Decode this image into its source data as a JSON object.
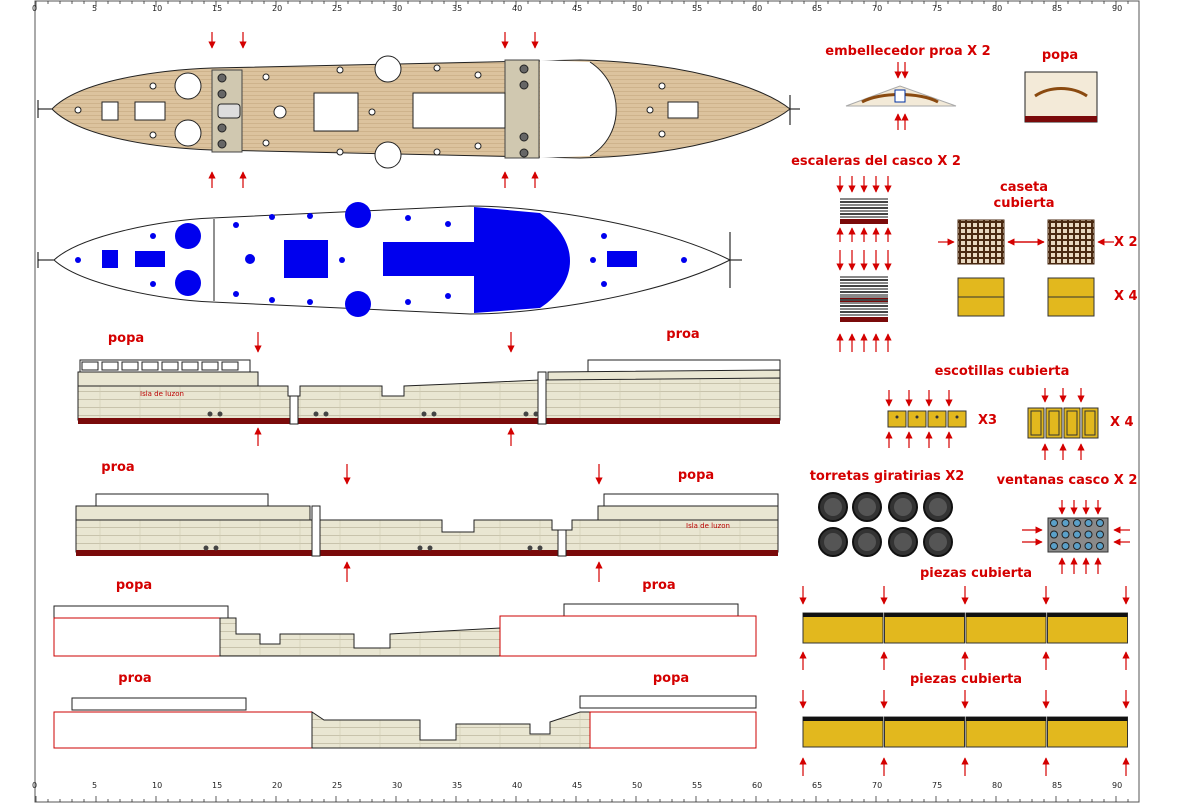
{
  "ruler": {
    "labels": [
      "0",
      "5",
      "10",
      "15",
      "20",
      "25",
      "30",
      "35",
      "40",
      "45",
      "50",
      "55",
      "60",
      "65",
      "70",
      "75",
      "80",
      "85",
      "90"
    ]
  },
  "parts": {
    "bow_trim": {
      "label": "embellecedor proa  X 2"
    },
    "stern_trim": {
      "label": "popa"
    },
    "hull_ladders": {
      "label": "escaleras del casco  X 2"
    },
    "deck_house": {
      "label_line1": "caseta",
      "label_line2": "cubierta",
      "qty_top": "X 2",
      "qty_bottom": "X 4"
    },
    "deck_hatches": {
      "label": "escotillas cubierta",
      "qty_left": "X3",
      "qty_right": "X 4"
    },
    "turrets": {
      "label": "torretas giratirias X2"
    },
    "hull_windows": {
      "label": "ventanas casco  X 2"
    },
    "deck_pieces_1": {
      "label": "piezas cubierta"
    },
    "deck_pieces_2": {
      "label": "piezas cubierta"
    }
  },
  "hull_sides": {
    "side1": {
      "stern": "popa",
      "bow": "proa",
      "name": "Isla de luzon"
    },
    "side2": {
      "bow": "proa",
      "stern": "popa",
      "name": "Isla de luzon"
    },
    "inner1": {
      "stern": "popa",
      "bow": "proa"
    },
    "inner2": {
      "bow": "proa",
      "stern": "popa"
    }
  },
  "colors": {
    "label_red": "#d40000",
    "deck_wood": "#dcc39e",
    "blue": "#0000ee",
    "hull_cream": "#e9e6d2",
    "hull_red": "#7a0a0a",
    "yellow": "#e2b81e",
    "dark_brown": "#4a2a12"
  }
}
